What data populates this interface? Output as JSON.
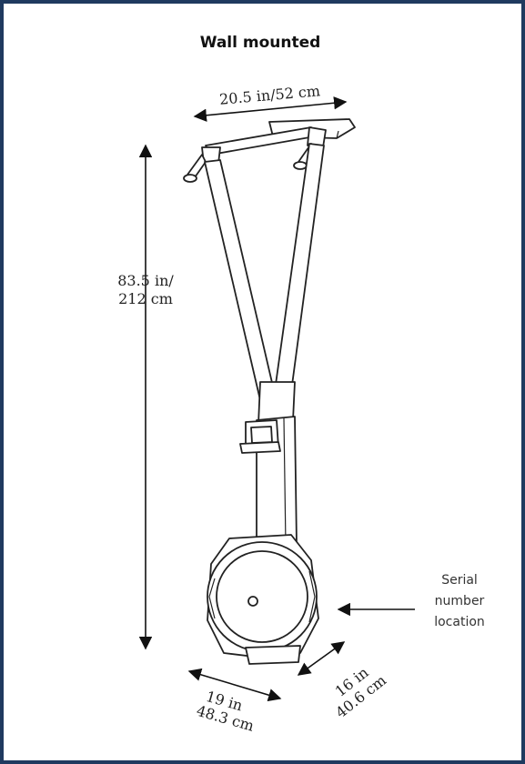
{
  "title": "Wall mounted",
  "dimensions": {
    "width": "20.5 in/52 cm",
    "height_line1": "83.5 in/",
    "height_line2": "212 cm",
    "depth_line1": "19 in",
    "depth_line2": "48.3 cm",
    "side_line1": "16 in",
    "side_line2": "40.6 cm"
  },
  "callout": {
    "line1": "Serial",
    "line2": "number",
    "line3": "location"
  },
  "colors": {
    "frame_border": "#1f3a5f",
    "line": "#222222"
  }
}
